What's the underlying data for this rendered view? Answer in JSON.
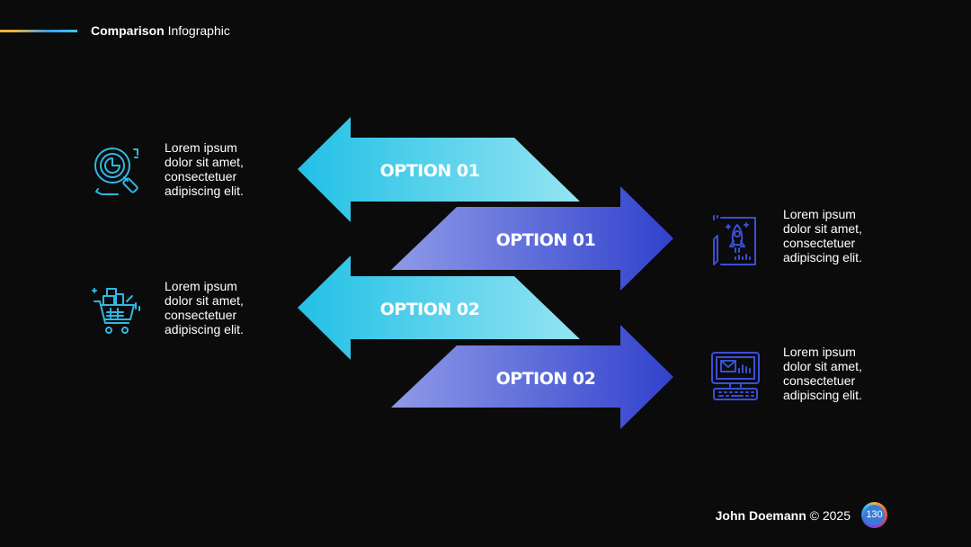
{
  "header": {
    "title_bold": "Comparison",
    "title_light": "Infographic"
  },
  "arrows": [
    {
      "label": "OPTION 01",
      "direction": "left",
      "color": "cyan"
    },
    {
      "label": "OPTION 01",
      "direction": "right",
      "color": "blue"
    },
    {
      "label": "OPTION 02",
      "direction": "left",
      "color": "cyan"
    },
    {
      "label": "OPTION 02",
      "direction": "right",
      "color": "blue"
    }
  ],
  "descriptions": {
    "left_1": {
      "line1": "Lorem ipsum",
      "line2": "dolor sit amet,",
      "line3": "consectetuer",
      "line4": "adipiscing elit."
    },
    "left_2": {
      "line1": "Lorem ipsum",
      "line2": "dolor sit amet,",
      "line3": "consectetuer",
      "line4": "adipiscing elit."
    },
    "right_1": {
      "line1": "Lorem ipsum",
      "line2": "dolor sit amet,",
      "line3": "consectetuer",
      "line4": "adipiscing elit."
    },
    "right_2": {
      "line1": "Lorem ipsum",
      "line2": "dolor sit amet,",
      "line3": "consectetuer",
      "line4": "adipiscing elit."
    }
  },
  "icons": {
    "left_1": "analytics-magnifier-icon",
    "left_2": "shopping-cart-icon",
    "right_1": "rocket-document-icon",
    "right_2": "computer-mail-icon"
  },
  "footer": {
    "author": "John Doemann",
    "copyright": "© 2025",
    "page_number": "130"
  },
  "colors": {
    "background": "#0b0b0b",
    "cyan_start": "#2ec4e6",
    "cyan_end": "#8fe3f2",
    "blue_start": "#8a96e6",
    "blue_end": "#3344cc",
    "icon_cyan": "#2fb8e3",
    "icon_blue": "#3a4fd8"
  }
}
